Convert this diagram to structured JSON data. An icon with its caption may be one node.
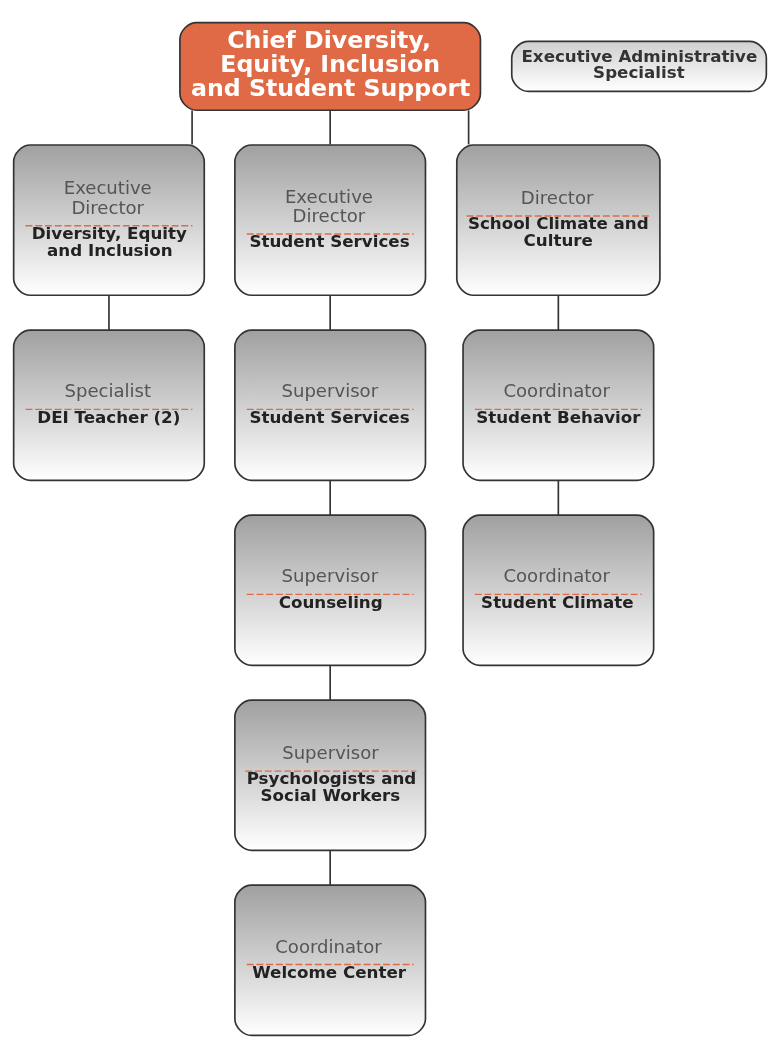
{
  "diagram": {
    "nodes": [
      {
        "text": [
          "Chief Diversity, Equity, Inclusion and Student Support"
        ]
      },
      {
        "text": [
          "Executive Administrative Specialist"
        ]
      },
      {
        "text": [
          "Executive Director",
          "Diversity, Equity and Inclusion"
        ]
      },
      {
        "text": [
          "Executive Director",
          "Student Services"
        ]
      },
      {
        "text": [
          "Director",
          "School Climate and Culture"
        ]
      },
      {
        "text": [
          "Specialist",
          "DEI Teacher (2)"
        ]
      },
      {
        "text": [
          "Supervisor",
          "Student Services"
        ]
      },
      {
        "text": [
          "Supervisor",
          "Counseling"
        ]
      },
      {
        "text": [
          "Supervisor",
          "Psychologists and Social Workers"
        ]
      },
      {
        "text": [
          "Coordinator",
          "Welcome Center"
        ]
      },
      {
        "text": [
          "Coordinator",
          "Student Behavior"
        ]
      },
      {
        "text": [
          "Coordinator",
          "Student Climate"
        ]
      }
    ],
    "edges": [
      {
        "from": 0,
        "to": 2,
        "arrow": "none"
      },
      {
        "from": 0,
        "to": 3,
        "arrow": "none"
      },
      {
        "from": 0,
        "to": 4,
        "arrow": "none"
      },
      {
        "from": 2,
        "to": 5,
        "arrow": "none"
      },
      {
        "from": 3,
        "to": 6,
        "arrow": "none"
      },
      {
        "from": 6,
        "to": 7,
        "arrow": "none"
      },
      {
        "from": 7,
        "to": 8,
        "arrow": "none"
      },
      {
        "from": 8,
        "to": 9,
        "arrow": "none"
      },
      {
        "from": 4,
        "to": 10,
        "arrow": "none"
      },
      {
        "from": 10,
        "to": 11,
        "arrow": "none"
      }
    ]
  }
}
